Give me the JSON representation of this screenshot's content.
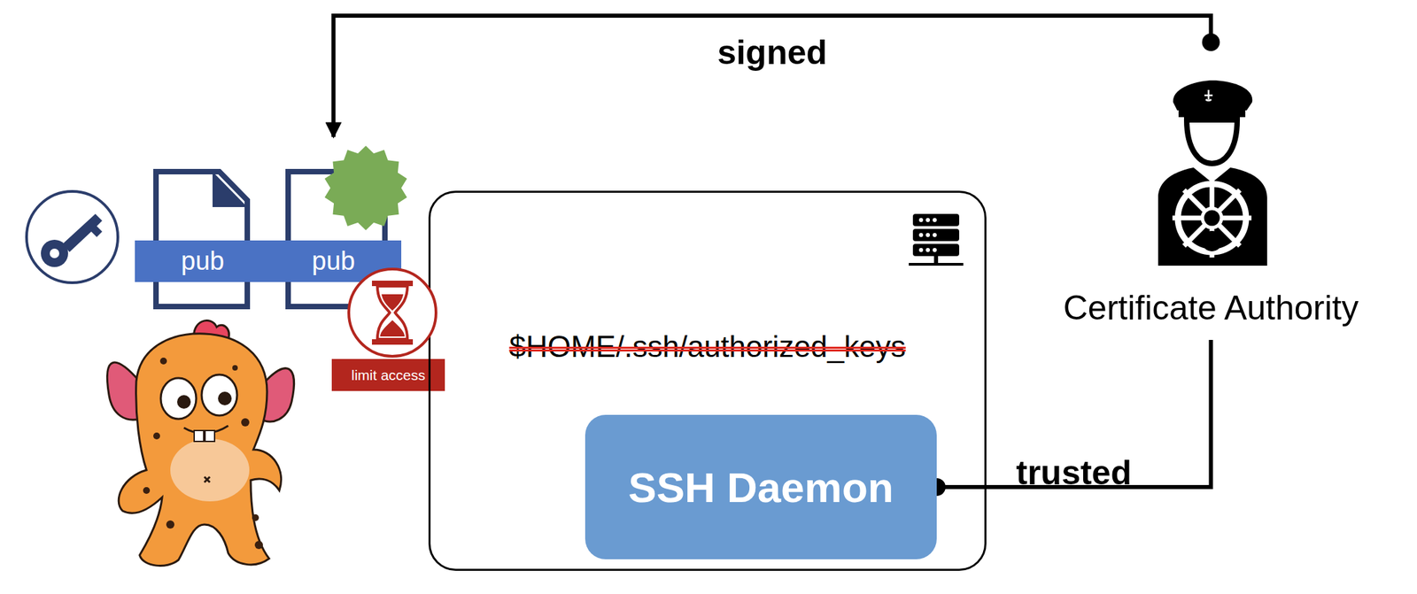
{
  "diagram": {
    "nodes": [
      {
        "text": [
          "pub"
        ]
      },
      {
        "text": [
          "pub"
        ]
      },
      {
        "text": [
          "limit access"
        ]
      },
      {
        "text": [
          "$HOME/.ssh/authorized_keys"
        ]
      },
      {
        "text": [
          "SSH Daemon"
        ],
        "in": 3
      },
      {
        "text": [
          "Certificate Authority"
        ]
      }
    ],
    "edges": [
      {
        "from": 5,
        "to": 1,
        "label": "signed",
        "arrow": "to"
      },
      {
        "from": 4,
        "to": 5,
        "label": "trusted",
        "arrow": "none"
      }
    ]
  }
}
